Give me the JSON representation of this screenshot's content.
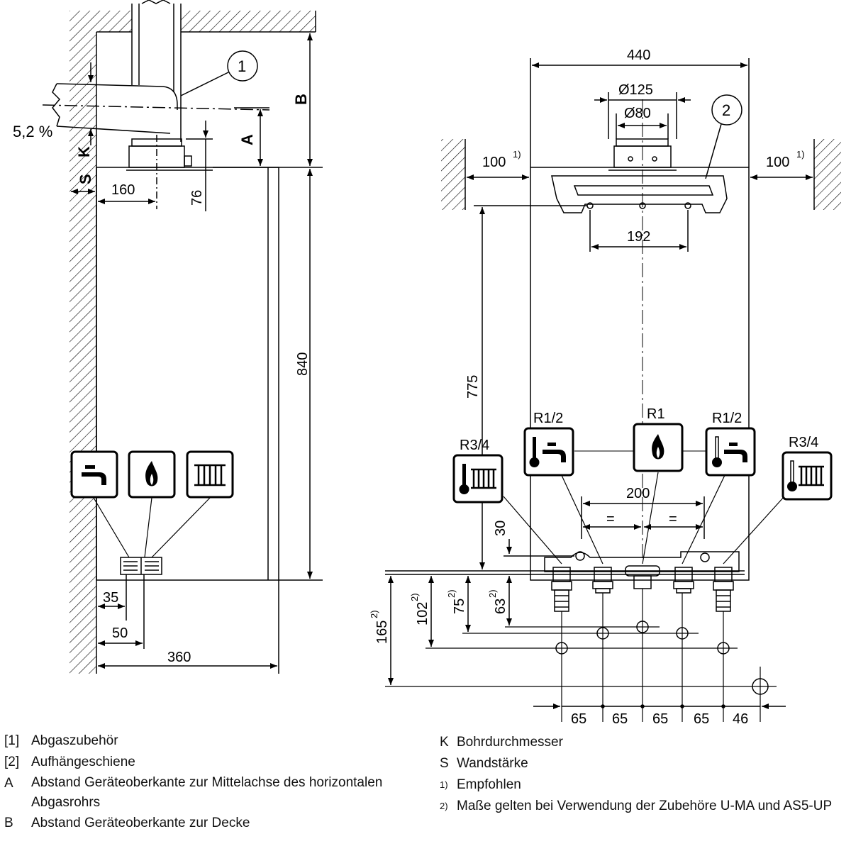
{
  "side_view": {
    "slope": "5,2 %",
    "labels": {
      "A": "A",
      "B": "B",
      "K": "K",
      "S": "S"
    },
    "dims": {
      "d160": "160",
      "d76": "76",
      "d840": "840",
      "d35": "35",
      "d50": "50",
      "d360": "360"
    },
    "callout": "1"
  },
  "front_view": {
    "dims": {
      "d440": "440",
      "d125": "Ø125",
      "d80": "Ø80",
      "d192": "192",
      "d775": "775",
      "d200": "200",
      "eq": "=",
      "d30": "30",
      "d165": "165",
      "d102": "102",
      "d75": "75",
      "d63": "63",
      "d65": "65",
      "d46": "46"
    },
    "clearance": "100",
    "sup1": "1)",
    "sup2": "2)",
    "callout": "2",
    "connections": {
      "r34": "R3/4",
      "r12": "R1/2",
      "r1": "R1"
    }
  },
  "legend_left": [
    {
      "key": "[1]",
      "text": "Abgaszubehör"
    },
    {
      "key": "[2]",
      "text": "Aufhängeschiene"
    },
    {
      "key": "A",
      "text": "Abstand Geräteoberkante zur Mittelachse des horizontalen Abgasrohrs"
    },
    {
      "key": "B",
      "text": "Abstand Geräteoberkante zur Decke"
    }
  ],
  "legend_right": [
    {
      "key": "K",
      "text": "Bohrdurchmesser"
    },
    {
      "key": "S",
      "text": "Wandstärke"
    },
    {
      "key": "1)",
      "text": "Empfohlen"
    },
    {
      "key": "2)",
      "text": "Maße gelten bei Verwendung der Zubehöre U-MA und AS5-UP"
    }
  ],
  "icons": [
    "faucet-icon",
    "flame-icon",
    "radiator-icon",
    "thermometer-icon"
  ]
}
